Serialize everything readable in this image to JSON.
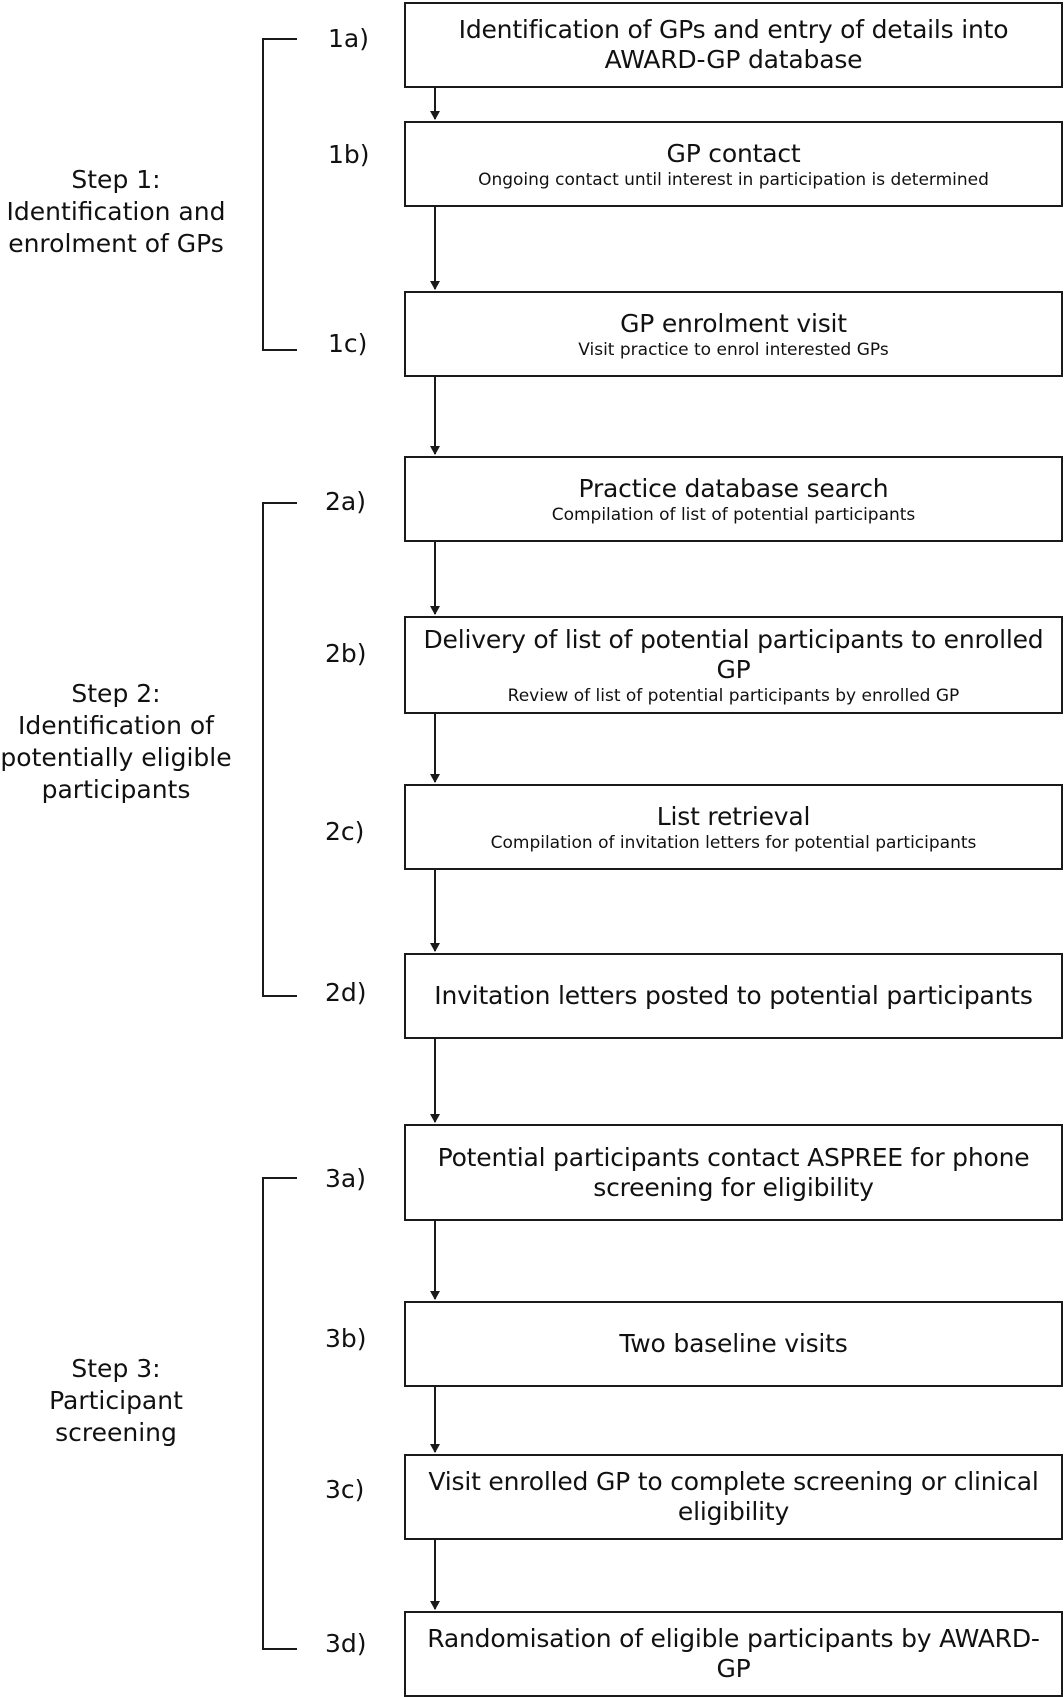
{
  "groups": [
    {
      "label": "Step 1:\nIdentification and\nenrolment of GPs"
    },
    {
      "label": "Step 2:\nIdentification of\npotentially eligible\nparticipants"
    },
    {
      "label": "Step 3:\nParticipant\nscreening"
    }
  ],
  "steps": [
    {
      "id": "1a)",
      "title": "Identification of GPs and entry of details into AWARD-GP database",
      "subtitle": ""
    },
    {
      "id": "1b)",
      "title": "GP contact",
      "subtitle": "Ongoing contact until interest in participation is determined"
    },
    {
      "id": "1c)",
      "title": "GP enrolment visit",
      "subtitle": "Visit practice to enrol interested GPs"
    },
    {
      "id": "2a)",
      "title": "Practice database search",
      "subtitle": "Compilation of list of potential participants"
    },
    {
      "id": "2b)",
      "title": "Delivery of list of potential participants to enrolled GP",
      "subtitle": "Review of list of potential participants by enrolled GP"
    },
    {
      "id": "2c)",
      "title": "List retrieval",
      "subtitle": "Compilation of invitation letters for potential participants"
    },
    {
      "id": "2d)",
      "title": "Invitation letters posted to potential participants",
      "subtitle": ""
    },
    {
      "id": "3a)",
      "title": "Potential participants contact ASPREE for phone screening for eligibility",
      "subtitle": ""
    },
    {
      "id": "3b)",
      "title": "Two baseline visits",
      "subtitle": ""
    },
    {
      "id": "3c)",
      "title": "Visit enrolled GP to complete screening or clinical eligibility",
      "subtitle": ""
    },
    {
      "id": "3d)",
      "title": "Randomisation of eligible participants by AWARD-GP",
      "subtitle": ""
    }
  ]
}
